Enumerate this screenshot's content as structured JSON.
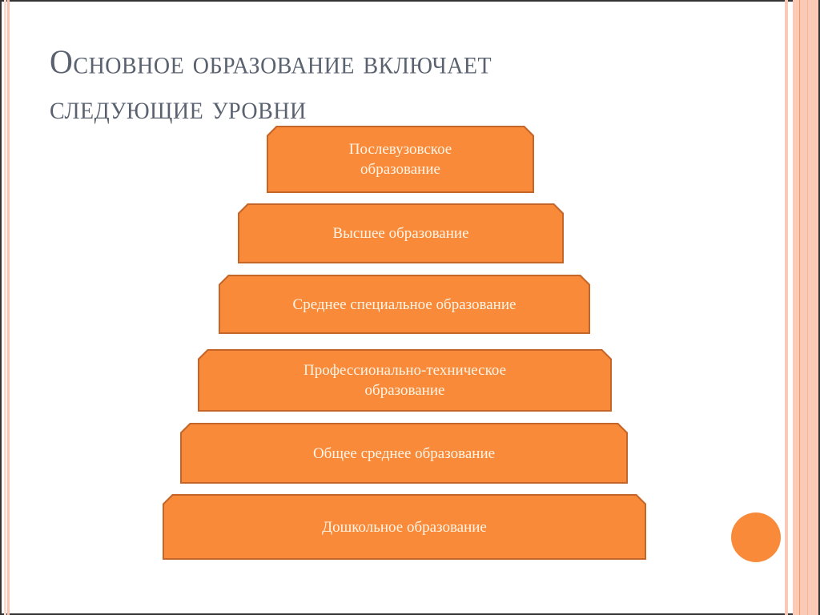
{
  "slide": {
    "title": "Основное образование включает следующие уровни",
    "title_line1": "Основное образование включает",
    "title_line2": "следующие уровни",
    "colors": {
      "tier_fill": "#f98a3a",
      "tier_border": "#c4662a",
      "tier_text": "#fff5e6",
      "title_text": "#5a6270",
      "decor_stripe": "#fbcab6"
    },
    "pyramid": {
      "levels": [
        {
          "label": "Послевузовское образование",
          "line1": "Послевузовское",
          "line2": "образование"
        },
        {
          "label": "Высшее образование"
        },
        {
          "label": "Среднее специальное образование"
        },
        {
          "label": "Профессионально-техническое образование",
          "line1": "Профессионально-техническое",
          "line2": "образование"
        },
        {
          "label": "Общее среднее образование"
        },
        {
          "label": "Дошкольное образование"
        }
      ]
    }
  }
}
